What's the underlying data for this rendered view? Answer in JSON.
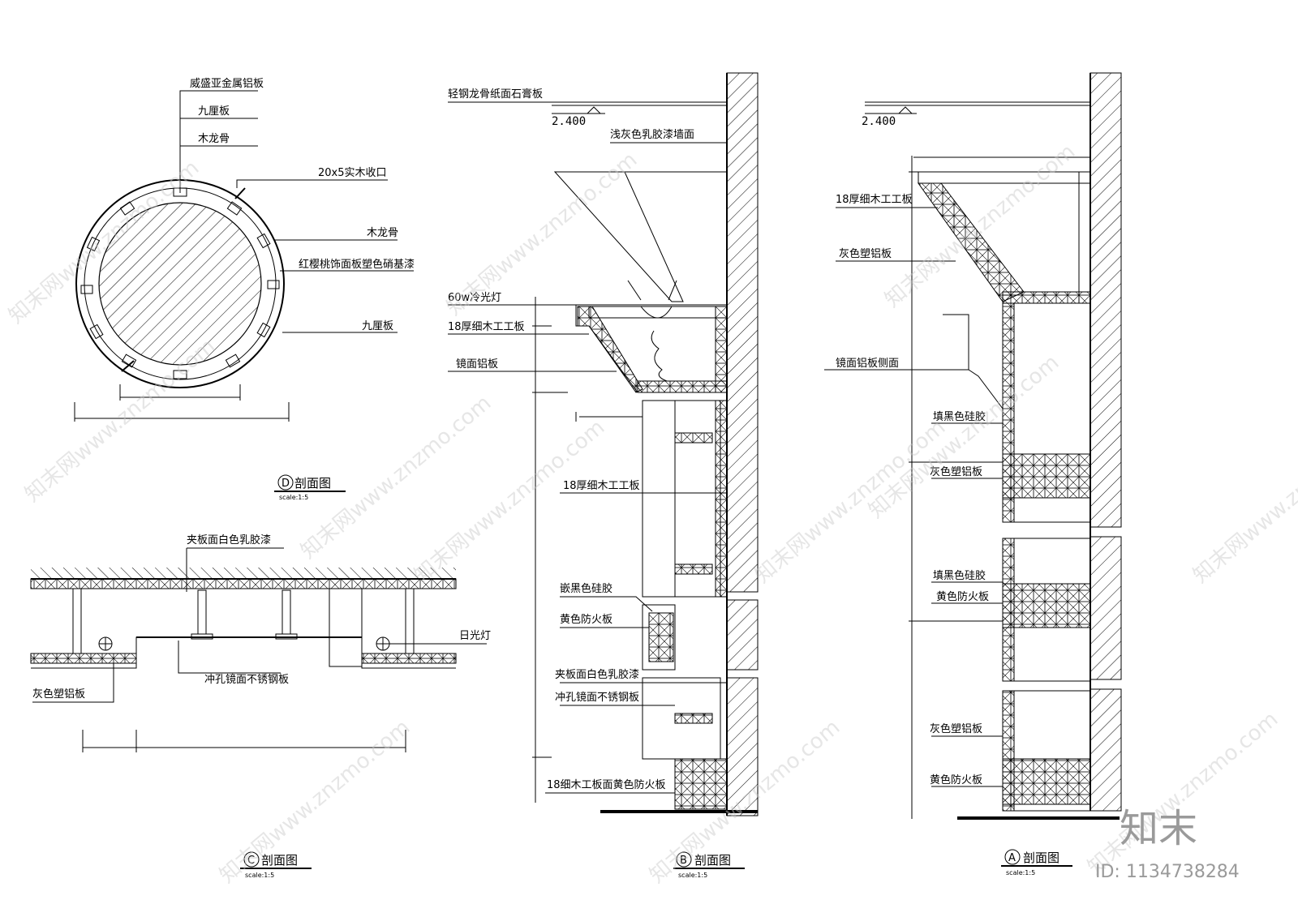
{
  "labels": {
    "d1": "威盛亚金属铝板",
    "d2": "九厘板",
    "d3": "木龙骨",
    "d4": "20x5实木收口",
    "d5": "木龙骨",
    "d6": "红樱桃饰面板塑色硝基漆",
    "d7": "九厘板",
    "c1": "夹板面白色乳胶漆",
    "c2": "日光灯",
    "c3": "冲孔镜面不锈钢板",
    "c4": "灰色塑铝板",
    "b1": "轻钢龙骨纸面石膏板",
    "b2": "浅灰色乳胶漆墙面",
    "b3": "60w冷光灯",
    "b4": "18厚细木工工板",
    "b5": "镜面铝板",
    "b6": "18厚细木工工板",
    "b7": "嵌黑色硅胶",
    "b8": "黄色防火板",
    "b9": "夹板面白色乳胶漆",
    "b10": "冲孔镜面不锈钢板",
    "b11": "18细木工板面黄色防火板",
    "a1": "18厚细木工工板",
    "a2": "灰色塑铝板",
    "a3": "镜面铝板侧面",
    "a4": "填黑色硅胶",
    "a5": "灰色塑铝板",
    "a6": "填黑色硅胶",
    "a7": "黄色防火板",
    "a8": "灰色塑铝板",
    "a9": "黄色防火板"
  },
  "elevations": {
    "b": "2.400",
    "a": "2.400"
  },
  "titles": {
    "d": {
      "mark": "D",
      "text": "剖面图",
      "scale": "scale:1:5"
    },
    "c": {
      "mark": "C",
      "text": "剖面图",
      "scale": "scale:1:5"
    },
    "b": {
      "mark": "B",
      "text": "剖面图",
      "scale": "scale:1:5"
    },
    "a": {
      "mark": "A",
      "text": "剖面图",
      "scale": "scale:1:5"
    }
  },
  "watermark": {
    "text": "知末网www.znzmo.com",
    "logo": "知末",
    "id": "ID: 1134738284"
  },
  "colors": {
    "line": "#000000",
    "watermark": "#c8c8c8"
  }
}
